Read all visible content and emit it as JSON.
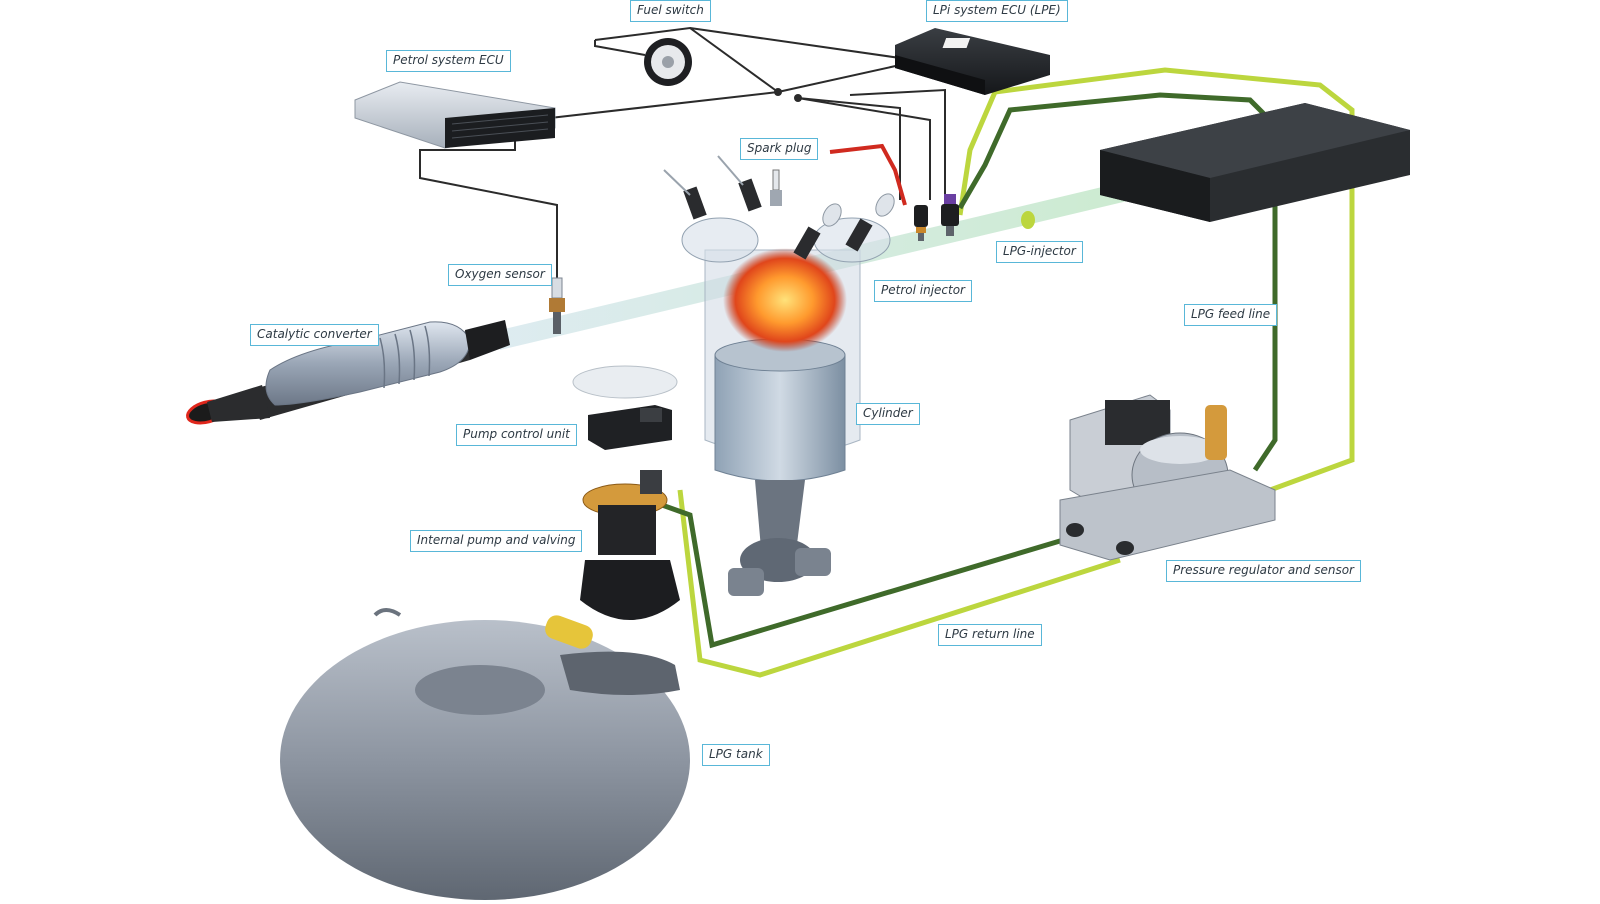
{
  "labels": {
    "fuel_switch": "Fuel switch",
    "lpi_ecu": "LPi system ECU (LPE)",
    "petrol_ecu": "Petrol system ECU",
    "spark_plug": "Spark plug",
    "oxygen_sensor": "Oxygen sensor",
    "lpg_injector": "LPG-injector",
    "petrol_injector": "Petrol injector",
    "catalytic_converter": "Catalytic converter",
    "lpg_feed_line": "LPG feed line",
    "cylinder": "Cylinder",
    "pump_control_unit": "Pump control unit",
    "internal_pump": "Internal pump and valving",
    "pressure_regulator": "Pressure regulator and sensor",
    "lpg_return_line": "LPG return line",
    "lpg_tank": "LPG tank"
  },
  "colors": {
    "label_border": "#59b7d8",
    "label_text": "#2e3a44",
    "feed_line": "#bcd63e",
    "return_line": "#3f6a2a",
    "wire": "#2b2b2b",
    "red_wire": "#d02a1f",
    "tank": "#8f97a3",
    "ecu": "#2a2d30",
    "pump_brass": "#d49a3c"
  }
}
